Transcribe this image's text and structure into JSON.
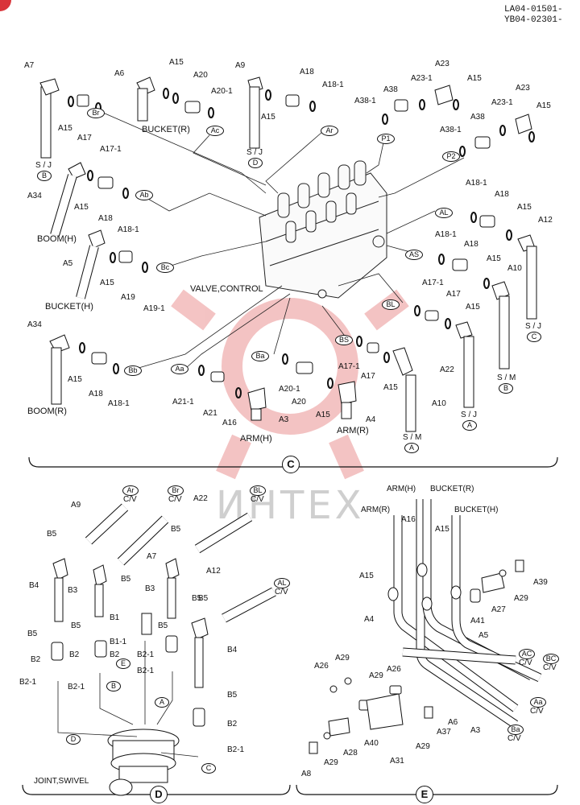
{
  "header": {
    "code1": "LA04-01501-",
    "code2": "YB04-02301-"
  },
  "watermark": "ИНТЕХ",
  "section_c": {
    "section_mark": "C",
    "center_label": "VALVE,CONTROL",
    "group_labels": {
      "bucket_r": "BUCKET(R)",
      "boom_h": "BOOM(H)",
      "bucket_h": "BUCKET(H)",
      "boom_r": "BOOM(R)",
      "arm_h": "ARM(H)",
      "arm_r": "ARM(R)"
    },
    "port_marks": [
      "Br",
      "Ac",
      "Ar",
      "P1",
      "P2",
      "Ab",
      "AL",
      "Bc",
      "AS",
      "BL",
      "Bb",
      "BS",
      "Ba",
      "Aa"
    ],
    "joint_marks": [
      {
        "text": "S / J",
        "circle": "B"
      },
      {
        "text": "S / J",
        "circle": "D"
      },
      {
        "text": "S / J",
        "circle": "C"
      },
      {
        "text": "S / M",
        "circle": "B"
      },
      {
        "text": "S / J",
        "circle": "A"
      },
      {
        "text": "S / M",
        "circle": "A"
      }
    ],
    "parts": [
      "A7",
      "A15",
      "A17",
      "A17-1",
      "A6",
      "A15",
      "A20",
      "A20-1",
      "A9",
      "A15",
      "A18",
      "A18-1",
      "A38",
      "A23-1",
      "A23",
      "A15",
      "A38-1",
      "A38",
      "A23-1",
      "A23",
      "A15",
      "A38-1",
      "A34",
      "A15",
      "A18",
      "A18-1",
      "A18-1",
      "A18",
      "A15",
      "A12",
      "A5",
      "A15",
      "A19",
      "A19-1",
      "A18-1",
      "A18",
      "A15",
      "A10",
      "A17-1",
      "A17",
      "A15",
      "A34",
      "A15",
      "A18",
      "A18-1",
      "A17-1",
      "A17",
      "A15",
      "A22",
      "A10",
      "A21-1",
      "A21",
      "A16",
      "A3",
      "A20-1",
      "A20",
      "A15",
      "A4"
    ]
  },
  "section_d": {
    "section_mark": "D",
    "caption": "JOINT,SWIVEL",
    "cv_tags": [
      {
        "circle": "Ar",
        "text": "C/V"
      },
      {
        "circle": "Br",
        "text": "C/V"
      },
      {
        "circle": "BL",
        "text": "C/V"
      },
      {
        "circle": "AL",
        "text": "C/V"
      }
    ],
    "parts": [
      "A9",
      "A7",
      "A22",
      "B5",
      "B5",
      "B5",
      "B5",
      "A12",
      "B4",
      "B3",
      "B3",
      "B1",
      "B5",
      "B5",
      "B5",
      "B1-1",
      "B2",
      "B2",
      "B2",
      "B4",
      "B2-1",
      "B2-1",
      "B2-1",
      "B5",
      "B2",
      "B2-1",
      "B5",
      "B2-1"
    ],
    "small_marks": [
      "E",
      "B",
      "A",
      "D",
      "C"
    ]
  },
  "section_e": {
    "section_mark": "E",
    "top_labels": [
      "ARM(H)",
      "BUCKET(R)",
      "ARM(R)",
      "BUCKET(H)"
    ],
    "cv_tags": [
      {
        "circle": "AC",
        "text": "C/V"
      },
      {
        "circle": "BC",
        "text": "C/V"
      },
      {
        "circle": "Aa",
        "text": "C/V"
      },
      {
        "circle": "Ba",
        "text": "C/V"
      }
    ],
    "parts": [
      "A16",
      "A15",
      "A15",
      "A39",
      "A29",
      "A27",
      "A41",
      "A4",
      "A5",
      "A29",
      "A26",
      "A26",
      "A29",
      "A6",
      "A3",
      "A37",
      "A29",
      "A40",
      "A31",
      "A28",
      "A29",
      "A8"
    ]
  }
}
